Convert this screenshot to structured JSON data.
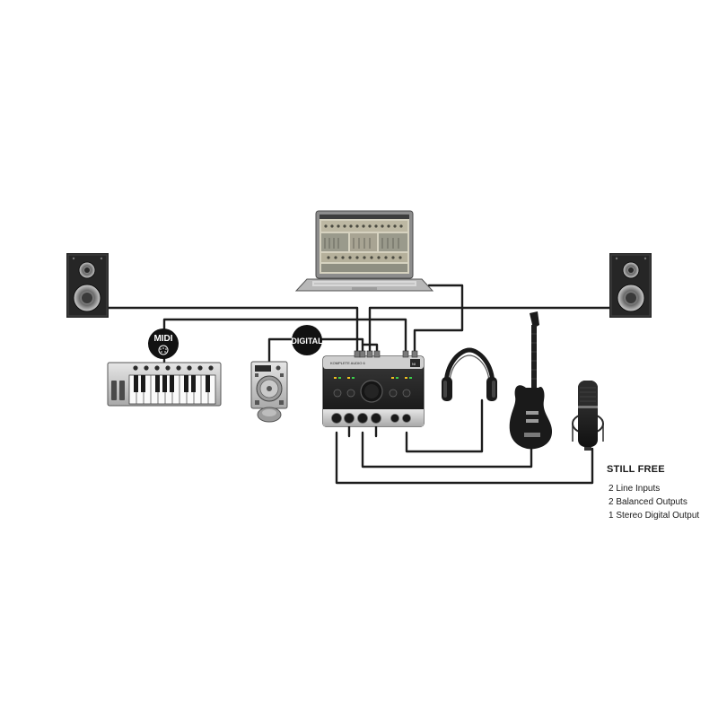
{
  "badges": {
    "midi": "MIDI",
    "digital": "DIGITAL"
  },
  "interface": {
    "brand": "KOMPLETE AUDIO 6",
    "logo": "NI"
  },
  "still_free": {
    "title": "STILL FREE",
    "items": [
      "2 Line Inputs",
      "2 Balanced Outputs",
      "1 Stereo Digital Output"
    ]
  },
  "colors": {
    "cable": "#1c1c1c",
    "device_dark": "#1e1e1e",
    "device_silver": "#c9c9c9",
    "speaker_body": "#2a2a2a"
  }
}
